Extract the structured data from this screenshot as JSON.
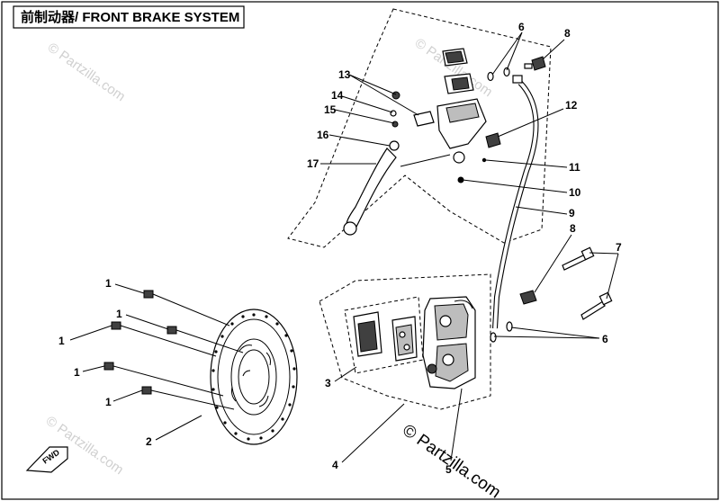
{
  "title": "前制动器/ FRONT BRAKE SYSTEM",
  "copyright": "© Partzilla.com",
  "watermark": "© Partzilla.com",
  "fwd_label": "FWD",
  "callouts": {
    "c1a": "1",
    "c1b": "1",
    "c1c": "1",
    "c1d": "1",
    "c1e": "1",
    "c2": "2",
    "c3": "3",
    "c4": "4",
    "c5": "5",
    "c6a": "6",
    "c6b": "6",
    "c7": "7",
    "c8a": "8",
    "c8b": "8",
    "c9": "9",
    "c10": "10",
    "c11": "11",
    "c12": "12",
    "c13": "13",
    "c14": "14",
    "c15": "15",
    "c16": "16",
    "c17": "17"
  }
}
